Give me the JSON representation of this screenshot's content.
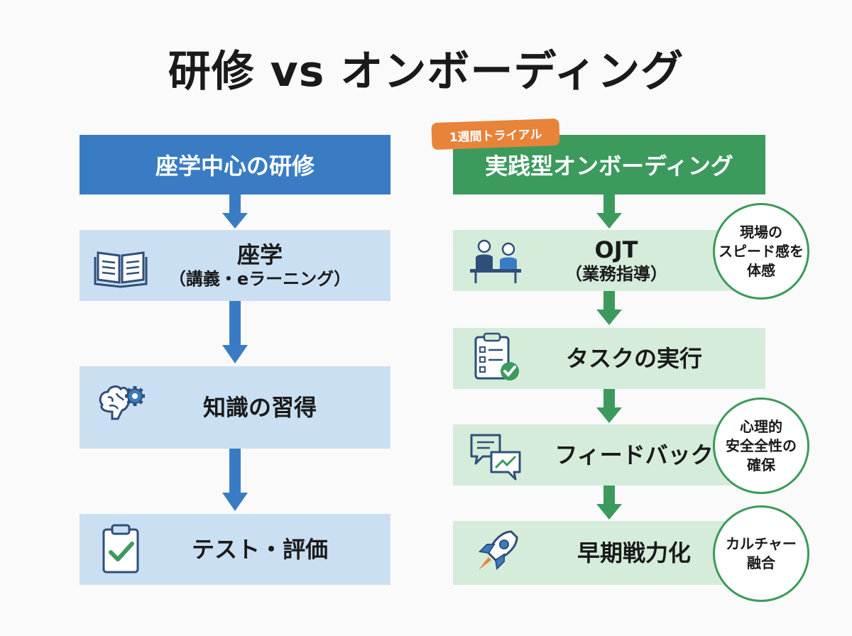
{
  "title": "研修 vs オンボーディング",
  "left": {
    "header": "座学中心の研修",
    "steps": [
      {
        "title": "座学",
        "sub": "（講義・eラーニング）",
        "icon": "book-icon"
      },
      {
        "title": "知識の習得",
        "icon": "brain-gear-icon"
      },
      {
        "title": "テスト・評価",
        "icon": "clipboard-check-icon"
      }
    ]
  },
  "right": {
    "tag": "1週間トライアル",
    "header": "実践型オンボーディング",
    "steps": [
      {
        "title": "OJT",
        "sub": "（業務指導）",
        "icon": "meeting-people-icon"
      },
      {
        "title": "タスクの実行",
        "icon": "checklist-icon"
      },
      {
        "title": "フィードバック",
        "icon": "chat-feedback-icon"
      },
      {
        "title": "早期戦力化",
        "icon": "rocket-icon"
      }
    ],
    "notes": [
      "現場の\nスピード感を\n体感",
      "心理的\n安全全性の\n確保",
      "カルチャー\n融合"
    ]
  },
  "colors": {
    "blue_header": "#3a7cc3",
    "blue_box": "#cadff2",
    "green_header": "#3c9a5c",
    "green_box": "#d5ecda",
    "orange_tag": "#e8833a"
  }
}
